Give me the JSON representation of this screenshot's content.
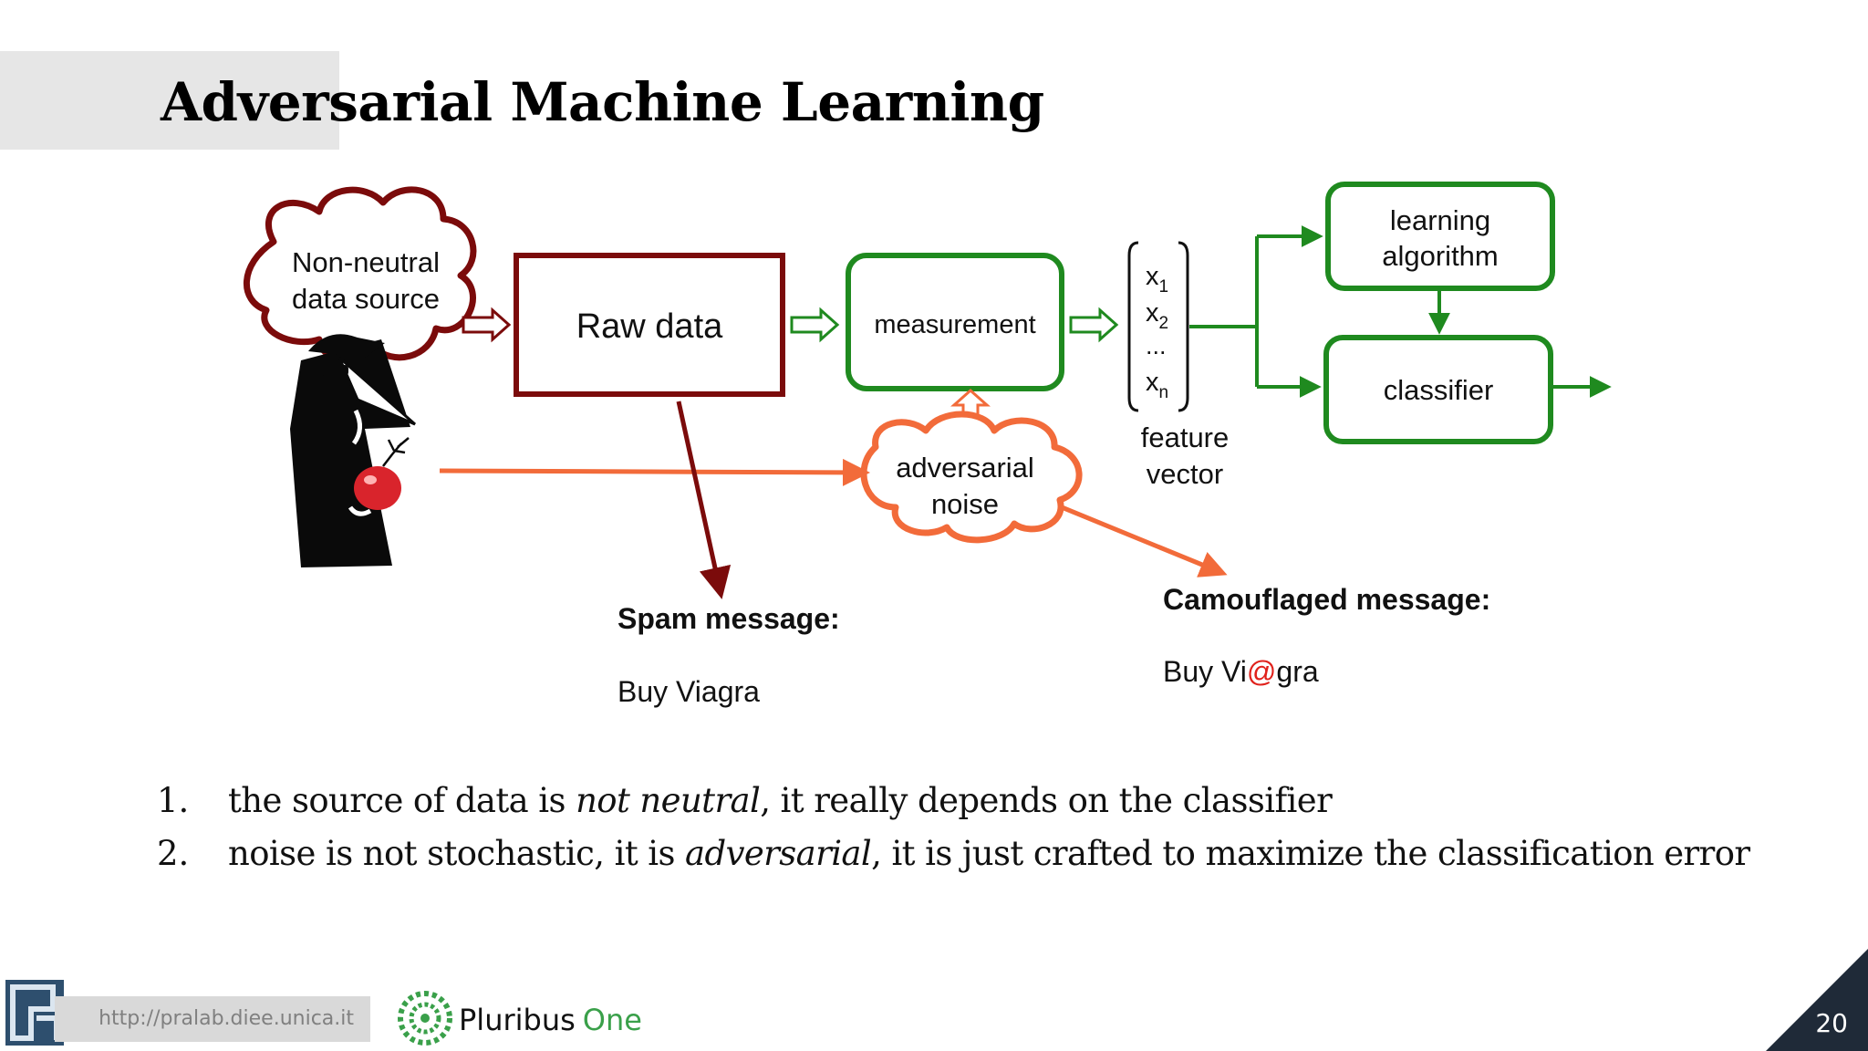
{
  "slide": {
    "title": "Adversarial Machine Learning",
    "page_number": "20",
    "footer_url": "http://pralab.diee.unica.it",
    "footer_brand": {
      "part1": "Pluribus",
      "part2": "One"
    }
  },
  "diagram": {
    "source_cloud": {
      "line1": "Non-neutral",
      "line2": "data source"
    },
    "raw_data_label": "Raw data",
    "measurement_label": "measurement",
    "noise_cloud": {
      "line1": "adversarial",
      "line2": "noise"
    },
    "feature_vector": {
      "x1": "x",
      "x1_sub": "1",
      "x2": "x",
      "x2_sub": "2",
      "dots": "...",
      "xn": "x",
      "xn_sub": "n",
      "caption_line1": "feature",
      "caption_line2": "vector"
    },
    "learning_algorithm": {
      "line1": "learning",
      "line2": "algorithm"
    },
    "classifier_label": "classifier",
    "spam": {
      "heading": "Spam message:",
      "text": "Buy Viagra"
    },
    "camouflaged": {
      "heading": "Camouflaged message:",
      "text_a": "Buy Vi",
      "text_at": "@",
      "text_b": "gra"
    }
  },
  "bullets": [
    {
      "num": "1.",
      "pre": "the source of data is ",
      "em": "not neutral",
      "post": ", it really depends on the classifier"
    },
    {
      "num": "2.",
      "pre": "noise is not stochastic, it is ",
      "em": "adversarial",
      "post": ", it is just crafted to maximize the classification error"
    }
  ],
  "colors": {
    "dark_red": "#7b0b0b",
    "green": "#1f8a1f",
    "orange": "#f26b3a",
    "at_red": "#e0211b",
    "page_corner": "#1f2a38"
  }
}
